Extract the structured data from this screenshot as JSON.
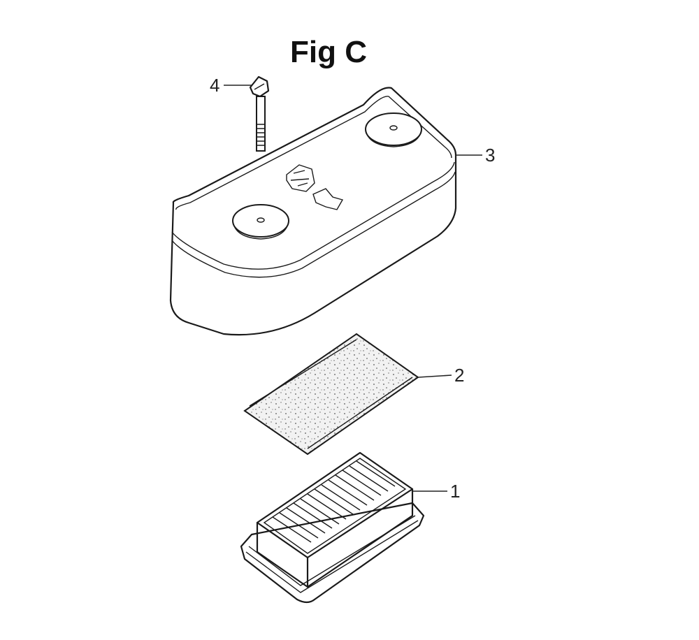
{
  "figure": {
    "title": "Fig C"
  },
  "parts": [
    {
      "callout": "1",
      "icon": "air-filter-element-icon"
    },
    {
      "callout": "2",
      "icon": "foam-pre-filter-icon"
    },
    {
      "callout": "3",
      "icon": "air-cleaner-cover-icon"
    },
    {
      "callout": "4",
      "icon": "wing-bolt-icon"
    }
  ]
}
